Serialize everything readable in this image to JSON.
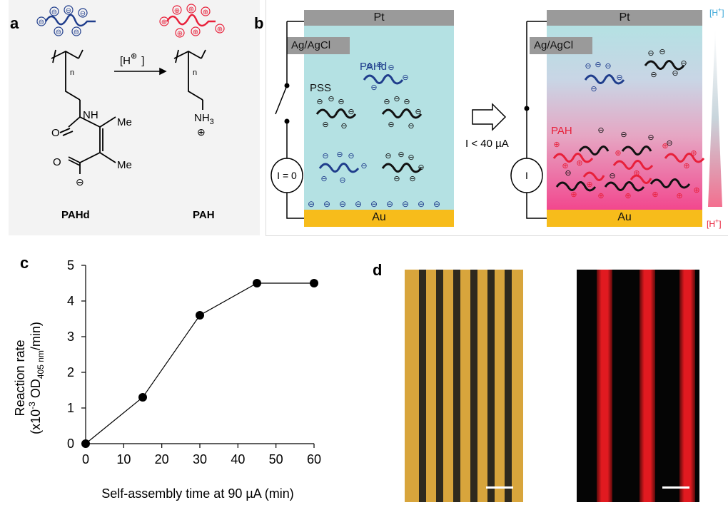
{
  "panel_a": {
    "letter": "a",
    "reagent": "[H",
    "reagent_sup": "⊕",
    "reagent_close": "]",
    "subscript_n": "n",
    "nh": "NH",
    "nh3": "NH",
    "nh3_sub": "3",
    "me1": "Me",
    "me2": "Me",
    "o1": "O",
    "o2": "O",
    "label_left": "PAHd",
    "label_right": "PAH"
  },
  "panel_b": {
    "letter": "b",
    "pt_label": "Pt",
    "au_label": "Au",
    "ref_label": "Ag/AgCl",
    "pahd_label": "PAHd",
    "pss_label": "PSS",
    "pah_label": "PAH",
    "current_zero": "I = 0",
    "current_symbol": "I",
    "condition": "I < 40 µA",
    "h_top": "[H",
    "h_bottom": "[H",
    "h_sup": "+",
    "h_close": "]"
  },
  "panel_c": {
    "letter": "c"
  },
  "panel_d": {
    "letter": "d"
  },
  "chart_data": {
    "type": "line",
    "x": [
      0,
      15,
      30,
      45,
      60
    ],
    "y": [
      0,
      1.3,
      3.6,
      4.5,
      4.5
    ],
    "xlabel": "Self-assembly time at 90 µA (min)",
    "ylabel_line1": "Reaction rate",
    "ylabel_line2_prefix": "(x10",
    "ylabel_exp": "-3",
    "ylabel_mid": " OD",
    "ylabel_sub": "405 nm",
    "ylabel_suffix": "/min)",
    "xlim": [
      0,
      60
    ],
    "ylim": [
      0,
      5
    ],
    "xticks": [
      "0",
      "10",
      "20",
      "30",
      "40",
      "50",
      "60"
    ],
    "yticks": [
      "0",
      "1",
      "2",
      "3",
      "4",
      "5"
    ],
    "grid": false
  },
  "colors": {
    "electrolyte": "#b4e1e3",
    "gold": "#f7bc1b",
    "pt_gray": "#9a9a9a",
    "pahd_blue": "#1f3d8c",
    "pah_red": "#e8203a",
    "pss_black": "#111111",
    "micrograph_gold": "#d8a53c",
    "fluor_red": "#e11a20"
  }
}
